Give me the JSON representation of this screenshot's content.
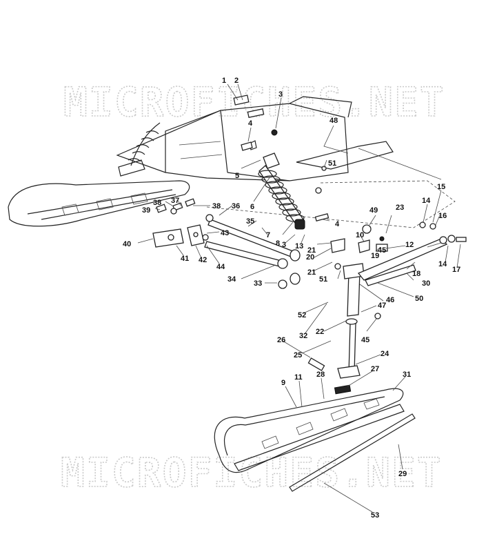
{
  "watermark": "MICROFICHES.NET",
  "callouts": [
    {
      "id": "c1",
      "label": "1"
    },
    {
      "id": "c2",
      "label": "2"
    },
    {
      "id": "c3a",
      "label": "3"
    },
    {
      "id": "c4a",
      "label": "4"
    },
    {
      "id": "c48",
      "label": "48"
    },
    {
      "id": "c51a",
      "label": "51"
    },
    {
      "id": "c5",
      "label": "5"
    },
    {
      "id": "c6",
      "label": "6"
    },
    {
      "id": "c38a",
      "label": "38"
    },
    {
      "id": "c37",
      "label": "37"
    },
    {
      "id": "c39",
      "label": "39"
    },
    {
      "id": "c38b",
      "label": "38"
    },
    {
      "id": "c36",
      "label": "36"
    },
    {
      "id": "c35",
      "label": "35"
    },
    {
      "id": "c4b",
      "label": "4"
    },
    {
      "id": "c7",
      "label": "7"
    },
    {
      "id": "c8",
      "label": "8"
    },
    {
      "id": "c3b",
      "label": "3"
    },
    {
      "id": "c13",
      "label": "13"
    },
    {
      "id": "c21a",
      "label": "21"
    },
    {
      "id": "c49",
      "label": "49"
    },
    {
      "id": "c10",
      "label": "10"
    },
    {
      "id": "c23",
      "label": "23"
    },
    {
      "id": "c15",
      "label": "15"
    },
    {
      "id": "c14a",
      "label": "14"
    },
    {
      "id": "c16",
      "label": "16"
    },
    {
      "id": "c45a",
      "label": "45"
    },
    {
      "id": "c19",
      "label": "19"
    },
    {
      "id": "c12",
      "label": "12"
    },
    {
      "id": "c14b",
      "label": "14"
    },
    {
      "id": "c17",
      "label": "17"
    },
    {
      "id": "c18",
      "label": "18"
    },
    {
      "id": "c30",
      "label": "30"
    },
    {
      "id": "c40",
      "label": "40"
    },
    {
      "id": "c41",
      "label": "41"
    },
    {
      "id": "c42",
      "label": "42"
    },
    {
      "id": "c43",
      "label": "43"
    },
    {
      "id": "c44",
      "label": "44"
    },
    {
      "id": "c20",
      "label": "20"
    },
    {
      "id": "c21b",
      "label": "21"
    },
    {
      "id": "c51b",
      "label": "51"
    },
    {
      "id": "c34",
      "label": "34"
    },
    {
      "id": "c33",
      "label": "33"
    },
    {
      "id": "c50",
      "label": "50"
    },
    {
      "id": "c46",
      "label": "46"
    },
    {
      "id": "c47",
      "label": "47"
    },
    {
      "id": "c52",
      "label": "52"
    },
    {
      "id": "c32",
      "label": "32"
    },
    {
      "id": "c22",
      "label": "22"
    },
    {
      "id": "c45b",
      "label": "45"
    },
    {
      "id": "c26",
      "label": "26"
    },
    {
      "id": "c25",
      "label": "25"
    },
    {
      "id": "c24",
      "label": "24"
    },
    {
      "id": "c28",
      "label": "28"
    },
    {
      "id": "c27",
      "label": "27"
    },
    {
      "id": "c31",
      "label": "31"
    },
    {
      "id": "c9",
      "label": "9"
    },
    {
      "id": "c11",
      "label": "11"
    },
    {
      "id": "c29",
      "label": "29"
    },
    {
      "id": "c53",
      "label": "53"
    }
  ]
}
